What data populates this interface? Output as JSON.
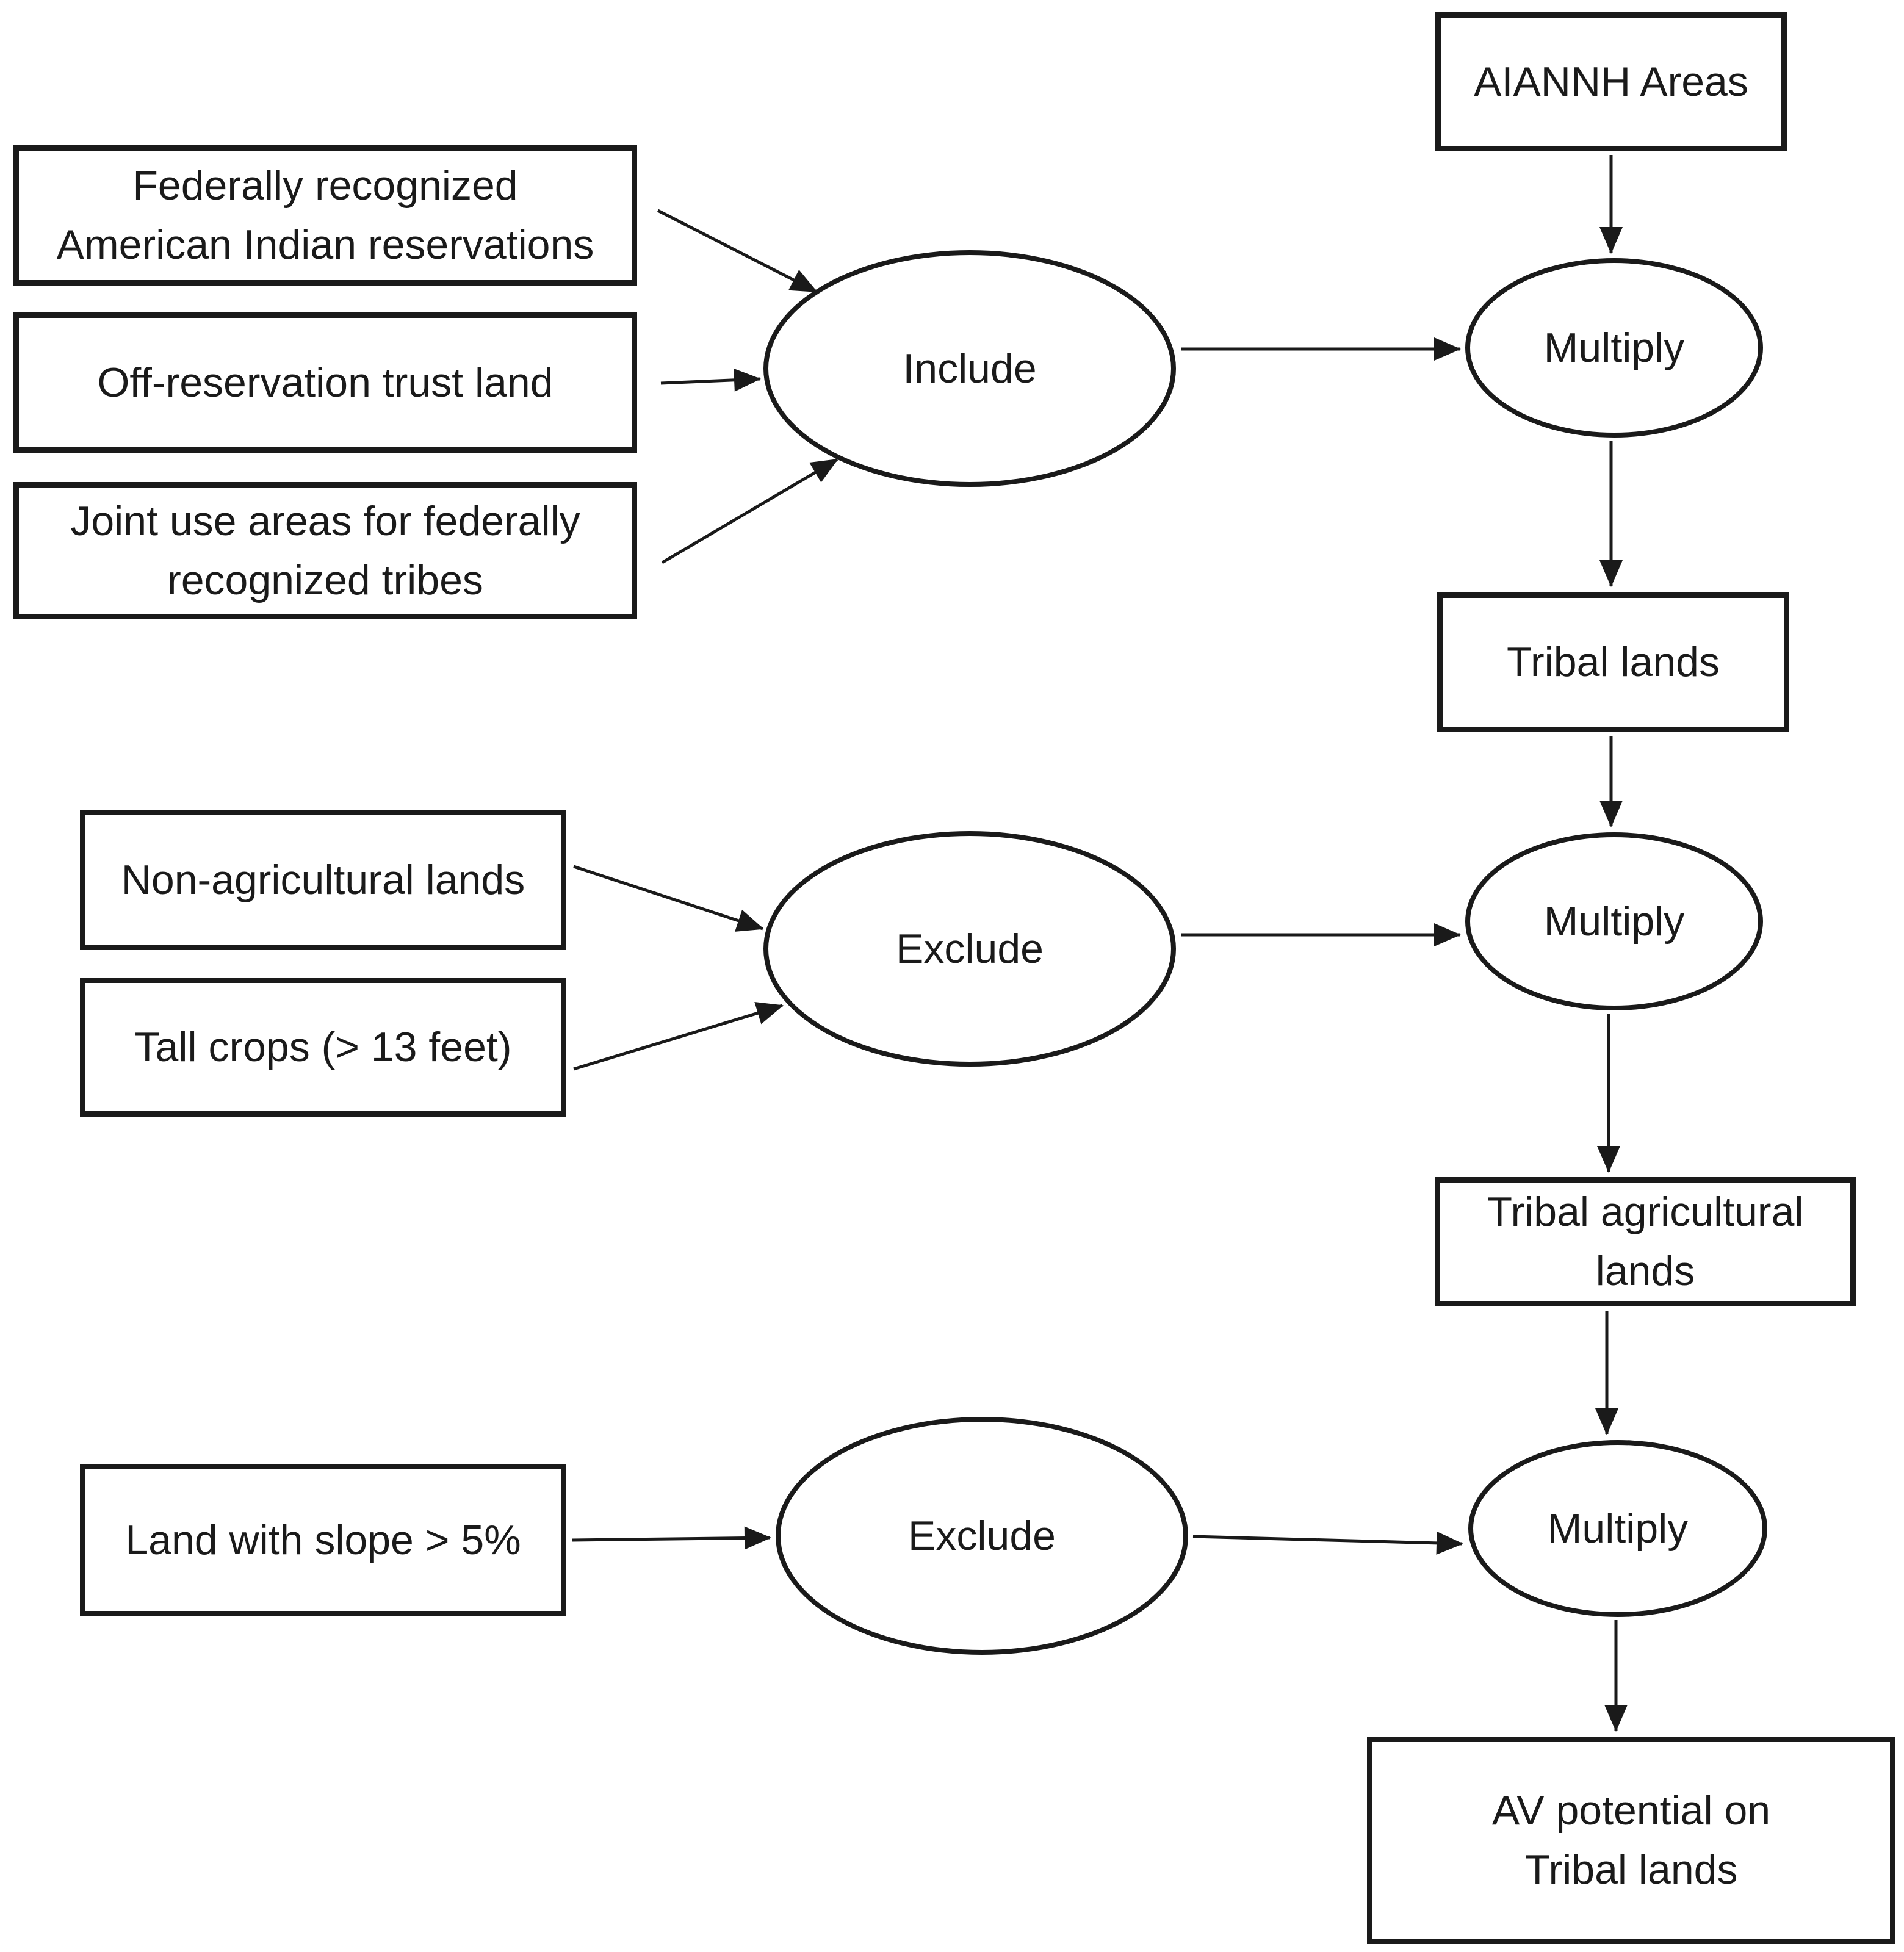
{
  "flowchart": {
    "boxes": {
      "federally_recognized": "Federally recognized\nAmerican Indian reservations",
      "off_reservation": "Off-reservation trust land",
      "joint_use": "Joint use areas for federally\nrecognized tribes",
      "aiannh": "AIANNH Areas",
      "tribal_lands": "Tribal lands",
      "non_agricultural": "Non-agricultural lands",
      "tall_crops": "Tall crops (> 13 feet)",
      "tribal_agricultural": "Tribal agricultural\nlands",
      "land_slope": "Land with slope > 5%",
      "av_potential": "AV potential on\nTribal lands"
    },
    "operations": {
      "include": "Include",
      "exclude_agriculture": "Exclude",
      "exclude_slope": "Exclude",
      "multiply_top": "Multiply",
      "multiply_middle": "Multiply",
      "multiply_bottom": "Multiply"
    },
    "edges": [
      {
        "from": "federally_recognized",
        "to": "include"
      },
      {
        "from": "off_reservation",
        "to": "include"
      },
      {
        "from": "joint_use",
        "to": "include"
      },
      {
        "from": "aiannh",
        "to": "multiply_top"
      },
      {
        "from": "include",
        "to": "multiply_top"
      },
      {
        "from": "multiply_top",
        "to": "tribal_lands"
      },
      {
        "from": "tribal_lands",
        "to": "multiply_middle"
      },
      {
        "from": "non_agricultural",
        "to": "exclude_agriculture"
      },
      {
        "from": "tall_crops",
        "to": "exclude_agriculture"
      },
      {
        "from": "exclude_agriculture",
        "to": "multiply_middle"
      },
      {
        "from": "multiply_middle",
        "to": "tribal_agricultural"
      },
      {
        "from": "tribal_agricultural",
        "to": "multiply_bottom"
      },
      {
        "from": "land_slope",
        "to": "exclude_slope"
      },
      {
        "from": "exclude_slope",
        "to": "multiply_bottom"
      },
      {
        "from": "multiply_bottom",
        "to": "av_potential"
      }
    ],
    "colors": {
      "ink": "#1a1a1a",
      "background": "#ffffff"
    }
  }
}
